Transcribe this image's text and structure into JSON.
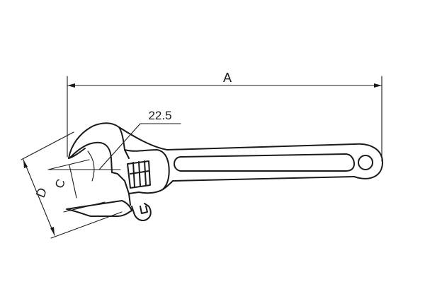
{
  "diagram": {
    "dimension_labels": {
      "overall_length": "A",
      "jaw_angle": "22.5",
      "jaw_opening": "C",
      "jaw_depth": "D"
    }
  }
}
